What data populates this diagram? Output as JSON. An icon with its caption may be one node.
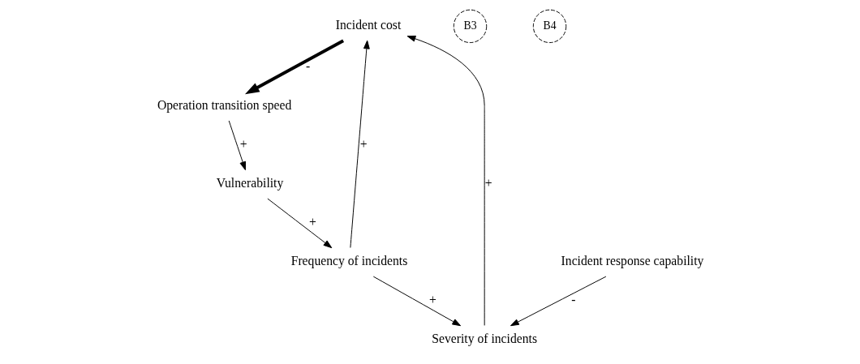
{
  "diagram": {
    "nodes": [
      {
        "text": [
          "Incident cost"
        ]
      },
      {
        "text": [
          "Operation transition speed"
        ]
      },
      {
        "text": [
          "Vulnerability"
        ]
      },
      {
        "text": [
          "Frequency of incidents"
        ]
      },
      {
        "text": [
          "Severity of incidents"
        ]
      },
      {
        "text": [
          "Incident response capability"
        ]
      }
    ],
    "edges": [
      {
        "from": 0,
        "to": 1,
        "arrow": "to",
        "label": "-",
        "style": "thick"
      },
      {
        "from": 1,
        "to": 2,
        "arrow": "to",
        "label": "+"
      },
      {
        "from": 2,
        "to": 3,
        "arrow": "to",
        "label": "+"
      },
      {
        "from": 3,
        "to": 0,
        "arrow": "to",
        "label": "+"
      },
      {
        "from": 3,
        "to": 4,
        "arrow": "to",
        "label": "+"
      },
      {
        "from": 4,
        "to": 0,
        "arrow": "to",
        "label": "+"
      },
      {
        "from": 5,
        "to": 4,
        "arrow": "to",
        "label": "-"
      }
    ],
    "labels": [
      "B3",
      "B4"
    ]
  }
}
